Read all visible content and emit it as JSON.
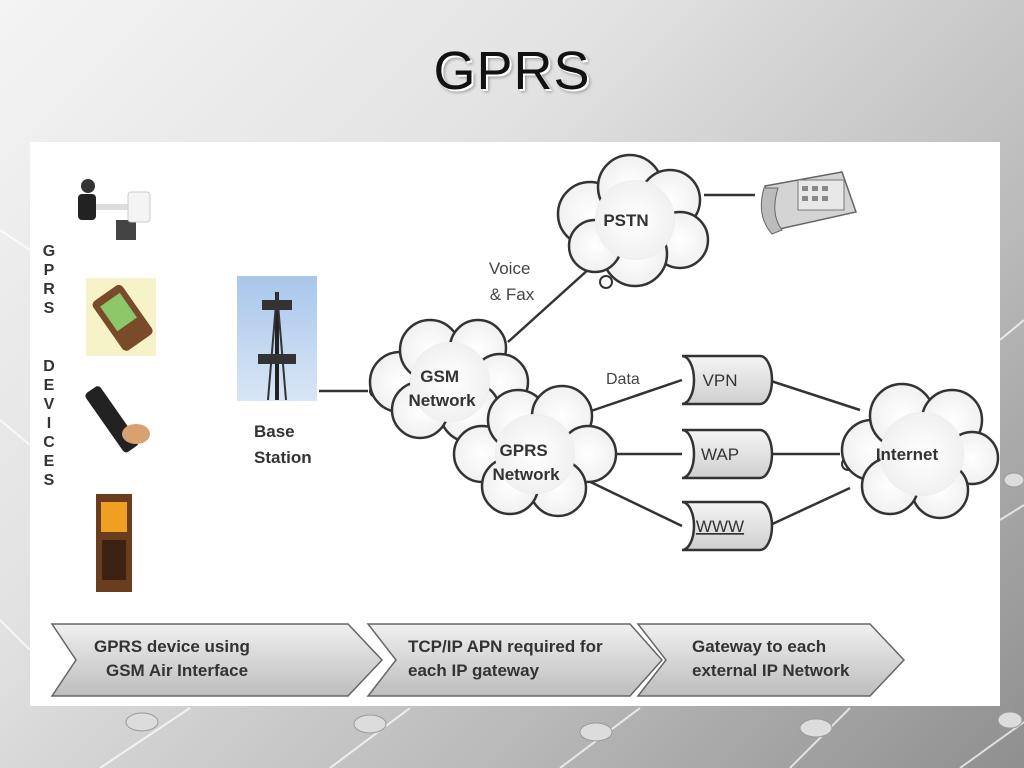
{
  "slide": {
    "title": "GPRS"
  },
  "devices": {
    "vertical_word_1": "GPRS",
    "vertical_word_2": "DEVICES"
  },
  "nodes": {
    "base_station": [
      "Base",
      "Station"
    ],
    "gsm_network": [
      "GSM",
      "Network"
    ],
    "gprs_network": [
      "GPRS",
      "Network"
    ],
    "pstn": "PSTN",
    "internet": "Internet"
  },
  "gateways": [
    "VPN",
    "WAP",
    "WWW"
  ],
  "edge_labels": {
    "voice": [
      "Voice",
      "& Fax"
    ],
    "data": "Data"
  },
  "steps": [
    [
      "GPRS device using",
      "GSM Air Interface"
    ],
    [
      "TCP/IP APN required for",
      "each IP gateway"
    ],
    [
      "Gateway  to each",
      "external IP Network"
    ]
  ]
}
